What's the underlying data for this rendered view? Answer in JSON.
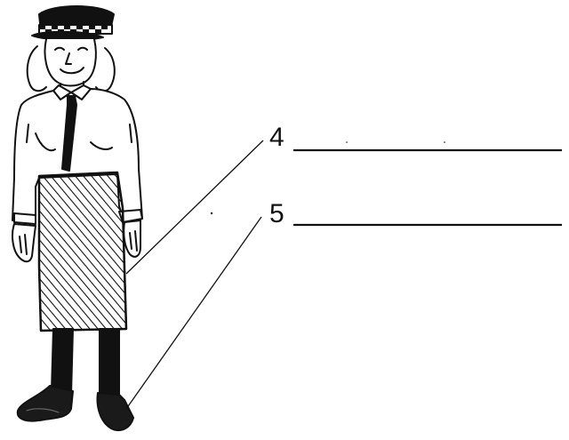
{
  "labels": [
    {
      "number": "4",
      "answer": ""
    },
    {
      "number": "5",
      "answer": ""
    }
  ],
  "colors": {
    "ink": "#111111",
    "paper": "#ffffff",
    "shoe": "#1a1a1a"
  },
  "icons": {
    "figure": "policewoman-illustration"
  }
}
